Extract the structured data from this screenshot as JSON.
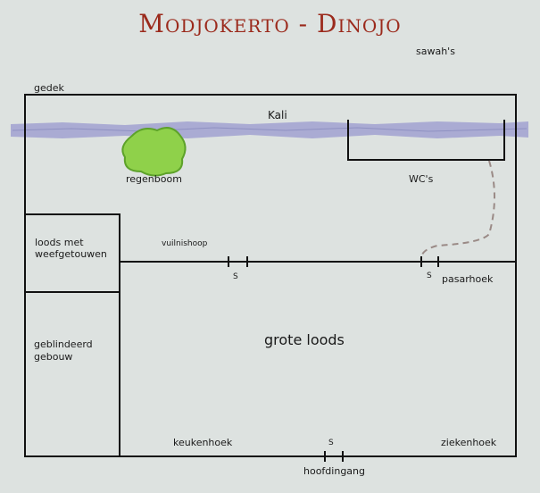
{
  "title": "Modjokerto - Dinojo",
  "labels": {
    "sawahs": "sawah's",
    "gedek": "gedek",
    "kali": "Kali",
    "regenboom": "regenboom",
    "wcs": "WC's",
    "loods_met_weefgetouwen_line1": "loods met",
    "loods_met_weefgetouwen_line2": "weefgetouwen",
    "vuilnishoop": "vuilnishoop",
    "gate_s_left": "S",
    "gate_s_right": "S",
    "pasarhoek": "pasarhoek",
    "geblindeerd_gebouw_line1": "geblindeerd",
    "geblindeerd_gebouw_line2": "gebouw",
    "grote_loods": "grote loods",
    "keukenhoek": "keukenhoek",
    "gate_s_bottom": "S",
    "ziekenhoek": "ziekenhoek",
    "hoofdingang": "hoofdingang"
  },
  "colors": {
    "background": "#dde2e0",
    "title": "#9b2a1c",
    "river": "#a6a8d2",
    "tree": "#8fd14a",
    "lines": "#111111",
    "path": "#9a8a86"
  }
}
